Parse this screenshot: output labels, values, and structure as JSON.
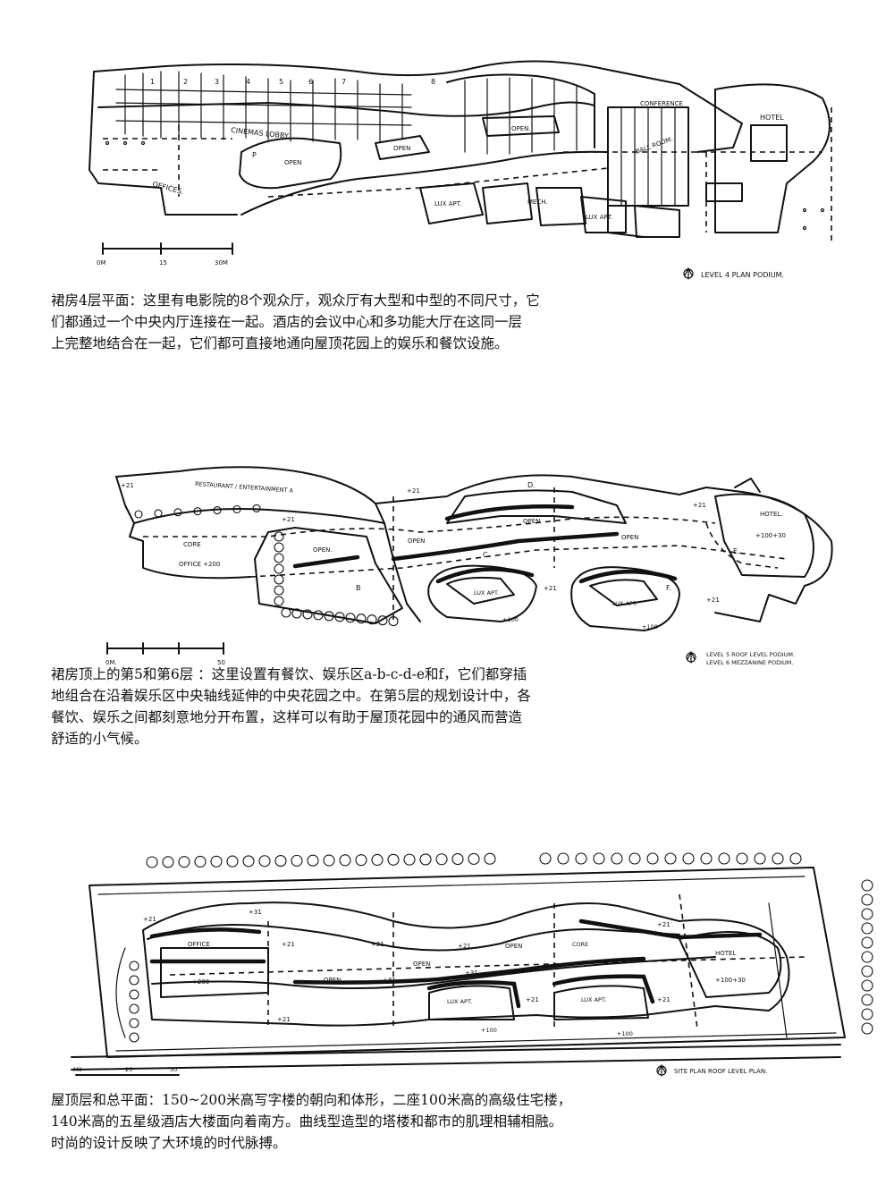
{
  "plan1": {
    "labels": {
      "cinemas_lobby": "CINEMAS LOBBY.",
      "open_p": "OPEN",
      "p": "P",
      "open_mid": "OPEN",
      "open_right": "OPEN.",
      "conference": "CONFERENCE",
      "ballroom": "BALL ROOM.",
      "hotel": "HOTEL",
      "offices": "OFFICES.",
      "mech": "MECH.",
      "lux_apt_1": "LUX APT.",
      "lux_apt_2": "LUX APT.",
      "cinema_numbers": [
        "1",
        "2",
        "3",
        "4",
        "5",
        "6",
        "7",
        "8"
      ]
    },
    "scale": {
      "labels": [
        "0M",
        "15",
        "30M"
      ]
    },
    "title": "LEVEL 4 PLAN PODIUM."
  },
  "caption1": [
    "裙房4层平面：这里有电影院的8个观众厅，观众厅有大型和中型的不同尺寸，它",
    "们都通过一个中央内厅连接在一起。酒店的会议中心和多功能大厅在这同一层",
    "上完整地结合在一起，它们都可直接地通向屋顶花园上的娱乐和餐饮设施。"
  ],
  "plan2": {
    "labels": {
      "restaurant": "RESTAURANT / ENTERTAINMENT A",
      "d": "D.",
      "hotel": "HOTEL.",
      "plus21_a": "+21",
      "plus21_b": "+21",
      "plus21_c": "+21",
      "plus21_d": "+21",
      "plus21_e": "+21",
      "plus21_f": "+21",
      "open_1": "OPEN.",
      "open_2": "OPEN",
      "open_3": "OPEN",
      "open_4": "OPEN",
      "core": "CORE",
      "office": "OFFICE +200",
      "b": "B",
      "c": "C.",
      "e": "E.",
      "f": "F.",
      "lux_apt_1": "LUX APT.",
      "lux_apt_2": "LUX APT.",
      "p100_1": "+100",
      "p100_2": "+100",
      "hotel_height": "+100+30"
    },
    "scale": {
      "labels": [
        "0M.",
        "50"
      ]
    },
    "title": [
      "LEVEL 5 ROOF LEVEL PODIUM.",
      "LEVEL 6 MEZZANINE PODIUM."
    ]
  },
  "caption2": [
    "裙房顶上的第5和第6层 ：这里设置有餐饮、娱乐区a-b-c-d-e和f，它们都穿插",
    "地组合在沿着娱乐区中央轴线延伸的中央花园之中。在第5层的规划设计中，各",
    "餐饮、娱乐之间都刻意地分开布置，这样可以有助于屋顶花园中的通风而营造",
    "舒适的小气候。"
  ],
  "plan3": {
    "labels": {
      "plus21_nw": "+21",
      "plus31_top": "+31",
      "plus21_ne": "+21",
      "office": "OFFICE",
      "plus200": "+200",
      "plus21_1": "+21",
      "plus21_2": "+21",
      "plus21_3": "+21",
      "open_1": "OPEN",
      "open_2": "OPEN",
      "open_3": "OPEN",
      "plus31_1": "+31",
      "plus31_2": "+31",
      "plus21_low": "+21",
      "lux_apt_1": "LUX APT.",
      "lux_apt_2": "LUX APT.",
      "plus100_1": "+100",
      "plus100_2": "+100",
      "plus21_4": "+21",
      "plus21_5": "+21",
      "hotel": "HOTEL",
      "hotel_height": "+100+30",
      "core": "CORE"
    },
    "scale": {
      "labels": [
        "M0",
        "25",
        "50"
      ]
    },
    "title": "SITE PLAN ROOF LEVEL PLAN."
  },
  "caption3": [
    "屋顶层和总平面：150~200米高写字楼的朝向和体形，二座100米高的高级住宅楼，",
    "140米高的五星级酒店大楼面向着南方。曲线型造型的塔楼和都市的肌理相辅相融。",
    "时尚的设计反映了大环境的时代脉搏。"
  ]
}
